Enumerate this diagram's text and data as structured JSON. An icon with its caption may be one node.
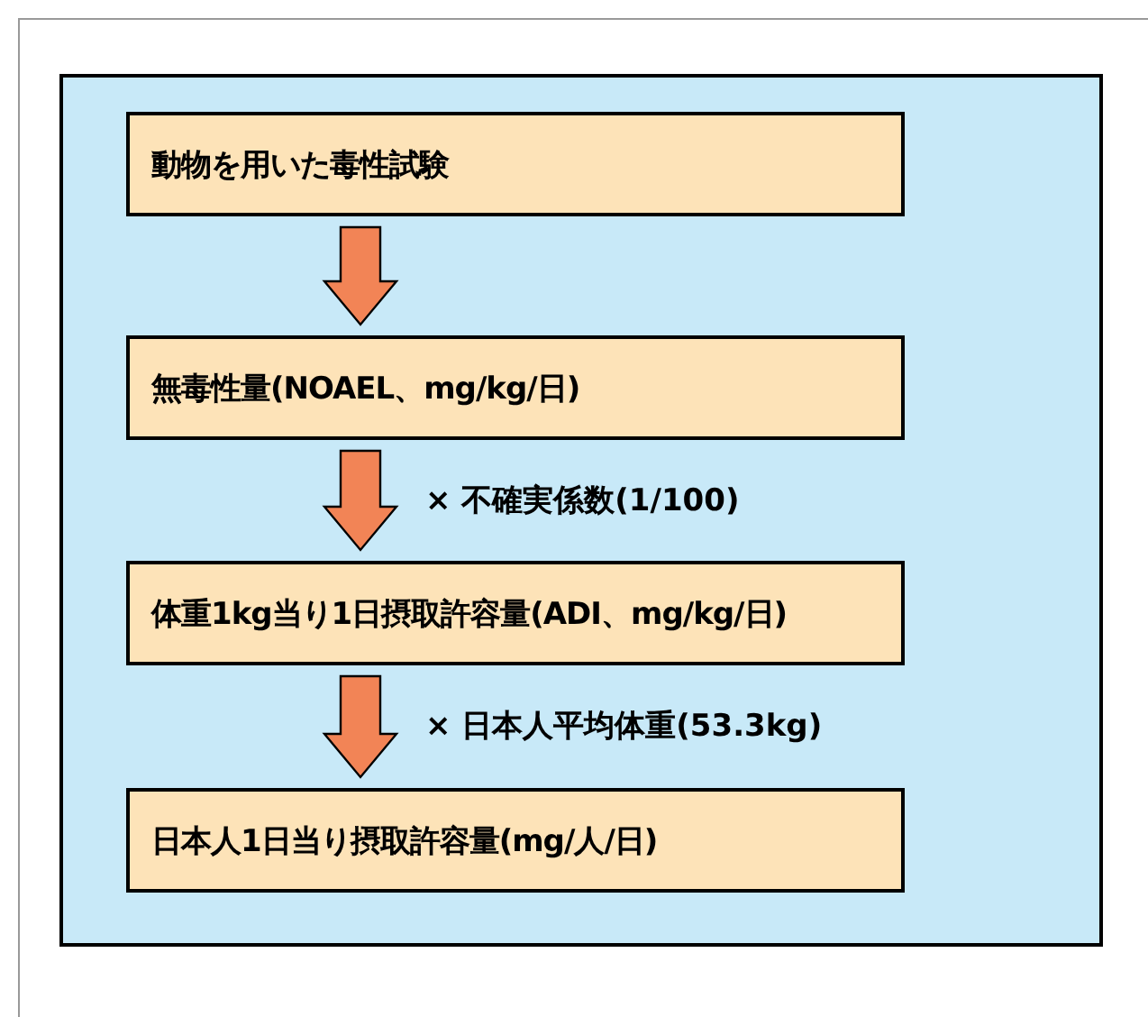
{
  "diagram": {
    "nodes": [
      {
        "text": [
          "動物を用いた毒性試験"
        ]
      },
      {
        "text": [
          "無毒性量(NOAEL、mg/kg/日)"
        ]
      },
      {
        "text": [
          "体重1kg当り1日摂取許容量(ADI、mg/kg/日)"
        ]
      },
      {
        "text": [
          "日本人1日当り摂取許容量(mg/人/日)"
        ]
      }
    ],
    "edges": [
      {
        "from": 0,
        "to": 1,
        "arrow": "to"
      },
      {
        "from": 1,
        "to": 2,
        "arrow": "to",
        "label": "× 不確実係数(1/100)"
      },
      {
        "from": 2,
        "to": 3,
        "arrow": "to",
        "label": "× 日本人平均体重(53.3kg)"
      }
    ]
  }
}
